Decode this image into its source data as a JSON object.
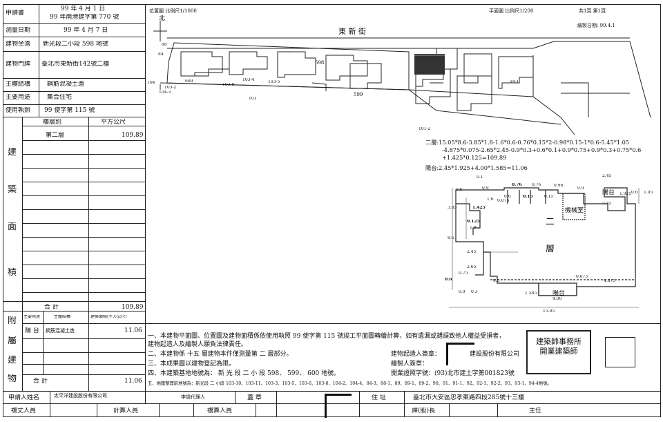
{
  "left": {
    "rows": [
      {
        "label": "申請書",
        "value1": "99 年 4 月 1 日",
        "value2": "99 年南港建字第  770  號"
      },
      {
        "label": "測量日期",
        "value1": "99 年 4 月 7 日"
      },
      {
        "label": "建物坐落",
        "value1": "新光段二小段   598   地號"
      },
      {
        "label": "建物門牌",
        "value1": "臺北市東新街142號二樓"
      },
      {
        "label": "主體結構",
        "value1": "鋼筋混凝土造"
      },
      {
        "label": "主要用途",
        "value1": "集合住宅"
      },
      {
        "label": "使用執照",
        "value1": "99 使字第   115   號"
      }
    ],
    "area_header": {
      "floor": "樓層別",
      "unit": "平方公尺"
    },
    "floor_row": {
      "floor": "第二層",
      "area": "109.89"
    },
    "section_chars": [
      "建",
      "築",
      "面",
      "積"
    ],
    "total": {
      "label": "合   計",
      "value": "109.89"
    },
    "annex": {
      "section_chars": [
        "附",
        "屬",
        "建",
        "物"
      ],
      "headers": [
        "主要用途",
        "主體結構",
        "建築面積(平方公尺)"
      ],
      "row": {
        "use": "陽 台",
        "structure": "鋼筋混凝土造",
        "area": "11.06"
      },
      "total": {
        "label": "合 計",
        "value": "11.06"
      }
    }
  },
  "location_map": {
    "title": "位置圖  比例尺1/1000",
    "north": "北",
    "street": "東 新 街",
    "lots": [
      "598",
      "599",
      "101",
      "600",
      "103-9",
      "103-4",
      "103-5",
      "104",
      "103-2",
      "104-3",
      "84",
      "88",
      "94-1",
      "101-2"
    ]
  },
  "plan": {
    "title": "平面圖  比例尺1/200",
    "page": "共1頁  第1頁",
    "drawing_date": "繪製日期:  99.4.1",
    "formula_floor": [
      "二層:15.05*8.6-3.85*1.8-1.6*0.6-0.76*0.15*2-0.98*0.15-1*0.6-5.45*1.05",
      "-4.875*0.075-2.65*2.45-0.9*0.3+0.6*0.1+0.9*0.75+0.9*0.3+0.75*0.6",
      "+1.425*0.125=109.89"
    ],
    "formula_balcony": "陽台:2.45*1.925+4.00*1.585=11.06",
    "labels": {
      "floor_name": "二",
      "floor_char": "層",
      "machine_room": "機械室",
      "balcony_top": "陽台",
      "balcony_bottom": "陽台",
      "dims": [
        "0.1",
        "0.9",
        "0.76",
        "0.76",
        "0.98",
        "0.9",
        "2.45",
        "1.6",
        "0.6",
        "0.15",
        "0.15",
        "5.45",
        "3.85",
        "1.425",
        "0.125",
        "1.8",
        "8.6",
        "2.45",
        "2.65",
        "0.75",
        "0.6",
        "0.9",
        "0.3",
        "0.075",
        "4.875",
        "1.585",
        "4.00",
        "15.05",
        "1.925",
        "0.6",
        "1.05",
        "0.6",
        "0.3",
        "0.075"
      ]
    }
  },
  "notes": [
    "一、本建物平面圖、位置圖及建物面積係依使用執照 99 使字第    115   號竣工平面圖轉繪計算，如有遺漏或錯誤致他人權益受損者，",
    "     建物起造人及繪製人願負法律責任。",
    "二、本建物係  十五  層建物本件僅測量第   二   層部分。",
    "三、本成果圖以建物登記為限。",
    "四、本建築基地地號為：  新 光 段  二  小 段  598、 599、 600  地號。",
    "五、地籍整理前地號為：新光段 二 小段 103-10、103-11、103-3、103-5、103-6、103-8、104-2、104-4、84-3、88-1、89、89-1、89-2、90、91、91-1、92、92-1、92-2、93、93-1、94-4地號。"
  ],
  "signatures": {
    "builder": "建物起造人簽章：",
    "builder_company": "建設股份有限公司",
    "drafter": "繪製人簽章：",
    "license": "開業證照字號：(93)北市建土字第001823號",
    "stamp1": "建築師事務所",
    "stamp2": "開業建築師"
  },
  "bottom": {
    "applicant_label": "申請人姓名",
    "applicant_value": "太平洋建設股份有限公司",
    "agent_label": "申請代理人",
    "seal": "蓋  章",
    "address_label": "住  址",
    "address_value": "臺北市大安區忠孝東路四段285號十三樓",
    "reviewer": "複丈人員",
    "calculator": "計算人員",
    "checker": "複算人員",
    "section_chief": "課(股)長",
    "director": "主任"
  }
}
